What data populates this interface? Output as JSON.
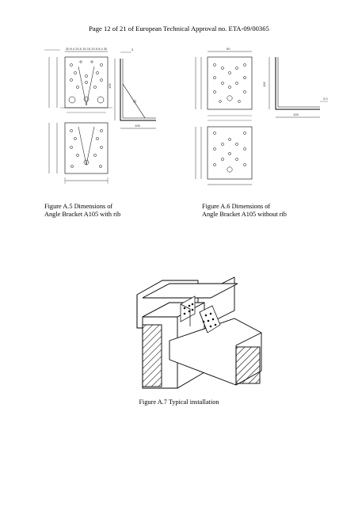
{
  "header": {
    "text": "Page 12 of 21 of European Technical Approval no. ETA-09/00365"
  },
  "figures": [
    {
      "id": "A5",
      "caption_line1": "Figure A.5 Dimensions of",
      "caption_line2": "Angle Bracket A105 with rib"
    },
    {
      "id": "A6",
      "caption_line1": "Figure A.6 Dimensions of",
      "caption_line2": "Angle Bracket A105 without rib"
    },
    {
      "id": "A7",
      "caption": "Figure A.7 Typical installation"
    }
  ],
  "dimension_labels": {
    "a5_top": "30 8.4 20.5 15 15 20.5 8.4 30",
    "a5_side_height": "105",
    "a5_base_width": "105",
    "a5_thickness": "3",
    "a6_top": "90",
    "a6_side_height": "105",
    "a6_base_width": "105",
    "a6_thickness": "3.0"
  }
}
